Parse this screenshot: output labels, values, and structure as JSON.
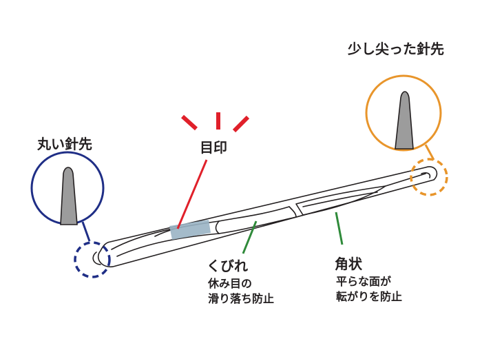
{
  "labels": {
    "rounded_tip": "丸い針先",
    "pointed_tip": "少し尖った針先",
    "marker": "目印",
    "waist_title": "くびれ",
    "waist_desc_1": "休み目の",
    "waist_desc_2": "滑り落ち防止",
    "angular_title": "角状",
    "angular_desc_1": "平らな面が",
    "angular_desc_2": "転がりを防止"
  },
  "colors": {
    "rounded_tip": "#1f2e86",
    "pointed_tip": "#e8952b",
    "marker": "#e0202a",
    "marker_patch": "#9ab4c4",
    "callout_line": "#2f8a3a",
    "needle_outline": "#231f20",
    "tip_fill": "#9c9c9c"
  },
  "icons": {
    "rounded_tip_zoom": "rounded-needle-tip",
    "pointed_tip_zoom": "pointed-needle-tip",
    "marker_burst": "attention-burst"
  }
}
